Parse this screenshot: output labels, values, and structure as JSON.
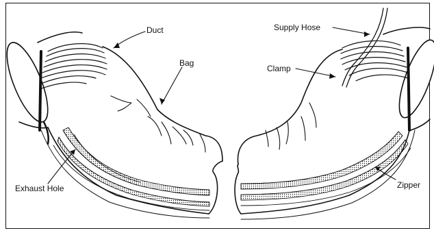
{
  "labels": {
    "duct": "Duct",
    "bag": "Bag",
    "supply_hose": "Supply Hose",
    "clamp": "Clamp",
    "zipper": "Zipper",
    "exhaust_hole": "Exhaust Hole"
  },
  "colors": {
    "ink": "#111111",
    "paper": "#ffffff",
    "zipper_dots": "#222222"
  }
}
